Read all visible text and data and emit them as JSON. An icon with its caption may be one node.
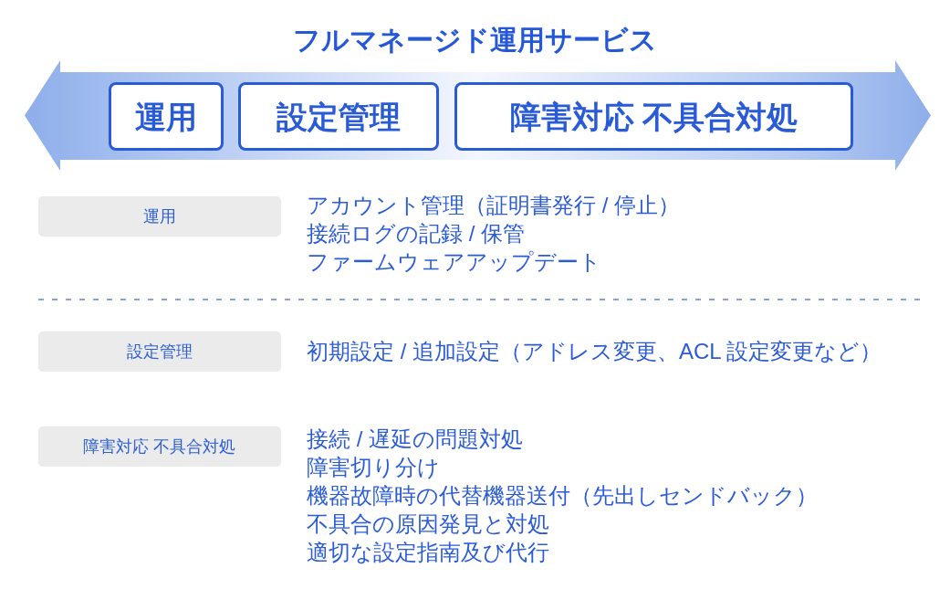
{
  "diagram": {
    "title": "フルマネージド運用サービス",
    "nodes": [
      {
        "text": [],
        "shape": "arrow"
      },
      {
        "text": [
          "運用"
        ],
        "in": 0
      },
      {
        "text": [
          "設定管理"
        ],
        "in": 0
      },
      {
        "text": [
          "障害対応 不具合対処"
        ],
        "in": 0
      },
      {
        "text": [
          "運用"
        ],
        "beside": [
          "アカウント管理（証明書発行 / 停止）",
          "接続ログの記録 / 保管",
          "ファームウェアアップデート"
        ]
      },
      {
        "text": [
          "設定管理"
        ],
        "beside": [
          "初期設定 / 追加設定（アドレス変更、ACL 設定変更など）"
        ]
      },
      {
        "text": [
          "障害対応 不具合対処"
        ],
        "beside": [
          "接続 / 遅延の問題対処",
          "障害切り分け",
          "機器故障時の代替機器送付（先出しセンドバック）",
          "不具合の原因発見と対処",
          "適切な設定指南及び代行"
        ]
      }
    ]
  }
}
